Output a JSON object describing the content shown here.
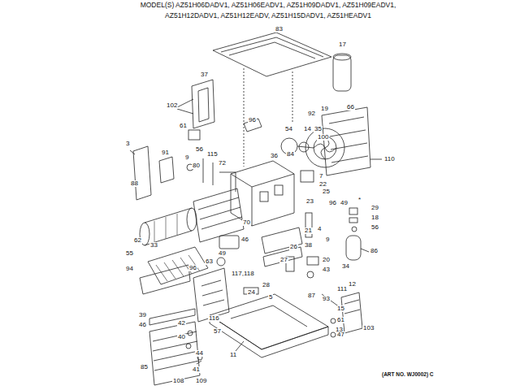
{
  "diagram": {
    "title": "MODEL(S) AZ51H06DADV1, AZ51H06EADV1, AZ51H09DADV1, AZ51H09EADV1, AZ51H12DADV1, AZ51H12EADV, AZ51H15DADV1, AZ51HEADV1",
    "caption": "(ART NO. WJ0002) C",
    "labels": [
      "83",
      "17",
      "37",
      "102",
      "66",
      "92",
      "19",
      "61",
      "96",
      "54",
      "14",
      "35",
      "100",
      "3",
      "91",
      "9",
      "56",
      "115",
      "80",
      "72",
      "36",
      "84",
      "110",
      "88",
      "7",
      "22",
      "25",
      "23",
      "96",
      "49",
      "*",
      "29",
      "18",
      "70",
      "46",
      "21",
      "38",
      "4",
      "56",
      "9",
      "62",
      "33",
      "49",
      "26",
      "86",
      "55",
      "96",
      "63",
      "27",
      "20",
      "43",
      "34",
      "94",
      "117,118",
      "28",
      "12",
      "111",
      "87",
      "24",
      "5",
      "93",
      "15",
      "39",
      "46",
      "116",
      "57",
      "61",
      "103",
      "13",
      "42",
      "40",
      "47",
      "44",
      "41",
      "11",
      "85",
      "108",
      "109"
    ]
  }
}
